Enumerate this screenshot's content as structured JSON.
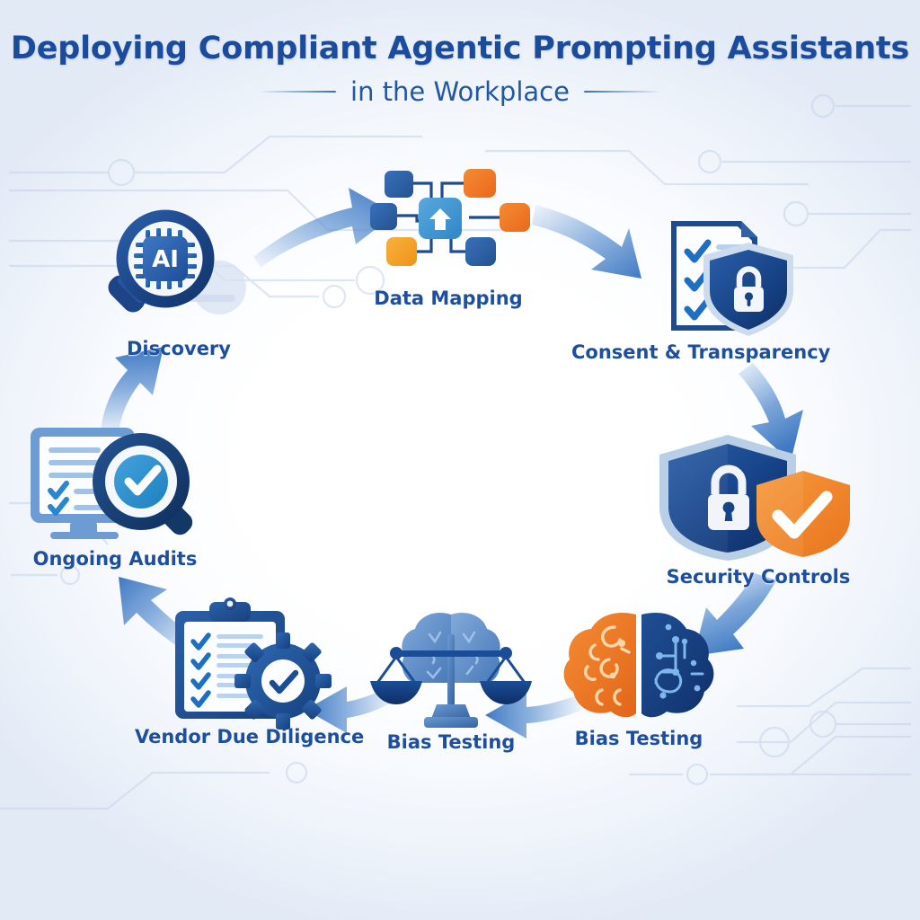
{
  "title": {
    "main": "Deploying Compliant Agentic Prompting Assistants",
    "sub": "in the Workplace"
  },
  "colors": {
    "title_blue": "#1a4b9c",
    "label_blue": "#1d4f9e",
    "deep_blue": "#123a7a",
    "mid_blue": "#2a63b0",
    "accent_blue": "#3d8fd1",
    "orange": "#ef7c28",
    "amber": "#f5a623",
    "arrow_blue": "#5a8fd0",
    "background": "#eef3fa"
  },
  "diagram": {
    "type": "cycle",
    "direction": "clockwise",
    "steps": [
      {
        "id": "discovery",
        "label": "Discovery",
        "icon": "magnifier-ai-chip-icon",
        "order": 1
      },
      {
        "id": "data-mapping",
        "label": "Data Mapping",
        "icon": "network-nodes-icon",
        "order": 2
      },
      {
        "id": "consent",
        "label": "Consent & Transparency",
        "icon": "checklist-shield-lock-icon",
        "order": 3
      },
      {
        "id": "security",
        "label": "Security Controls",
        "icon": "shield-lock-check-icon",
        "order": 4
      },
      {
        "id": "bias-brain",
        "label": "Bias Testing",
        "icon": "split-brain-icon",
        "order": 5
      },
      {
        "id": "bias-scales",
        "label": "Bias Testing",
        "icon": "scales-brain-icon",
        "order": 6
      },
      {
        "id": "vendor",
        "label": "Vendor Due Diligence",
        "icon": "clipboard-gear-check-icon",
        "order": 7
      },
      {
        "id": "audits",
        "label": "Ongoing Audits",
        "icon": "document-magnifier-check-icon",
        "order": 8
      }
    ],
    "connectors": [
      {
        "from": "discovery",
        "to": "data-mapping",
        "name": "arrow-discovery-to-data-mapping"
      },
      {
        "from": "data-mapping",
        "to": "consent",
        "name": "arrow-data-mapping-to-consent"
      },
      {
        "from": "consent",
        "to": "security",
        "name": "arrow-consent-to-security"
      },
      {
        "from": "security",
        "to": "bias-brain",
        "name": "arrow-security-to-bias-brain"
      },
      {
        "from": "bias-brain",
        "to": "bias-scales",
        "name": "arrow-bias-brain-to-bias-scales"
      },
      {
        "from": "bias-scales",
        "to": "vendor",
        "name": "arrow-bias-scales-to-vendor"
      },
      {
        "from": "vendor",
        "to": "audits",
        "name": "arrow-vendor-to-audits"
      },
      {
        "from": "audits",
        "to": "discovery",
        "name": "arrow-audits-to-discovery"
      }
    ]
  },
  "icon_text": {
    "ai_chip": "AI"
  }
}
